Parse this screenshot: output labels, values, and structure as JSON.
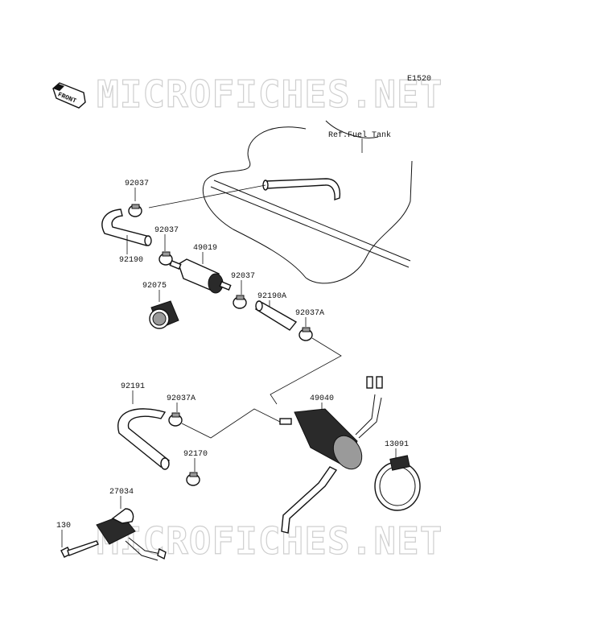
{
  "diagram_code": "E1520",
  "watermark_text": "MICROFICHES.NET",
  "front_badge": "FRONT",
  "reference_label": "Ref.Fuel Tank",
  "parts": {
    "clamp_top": "92037",
    "hose_top": "92190",
    "clamp_2": "92037",
    "filter": "49019",
    "clamp_3": "92037",
    "clamp_ring": "92075",
    "hose_a": "92190A",
    "clamp_a": "92037A",
    "hose_bend": "92191",
    "clamp_a2": "92037A",
    "pump": "49040",
    "clamp_bottom": "92170",
    "band": "13091",
    "relay": "27034",
    "bolt": "130"
  }
}
